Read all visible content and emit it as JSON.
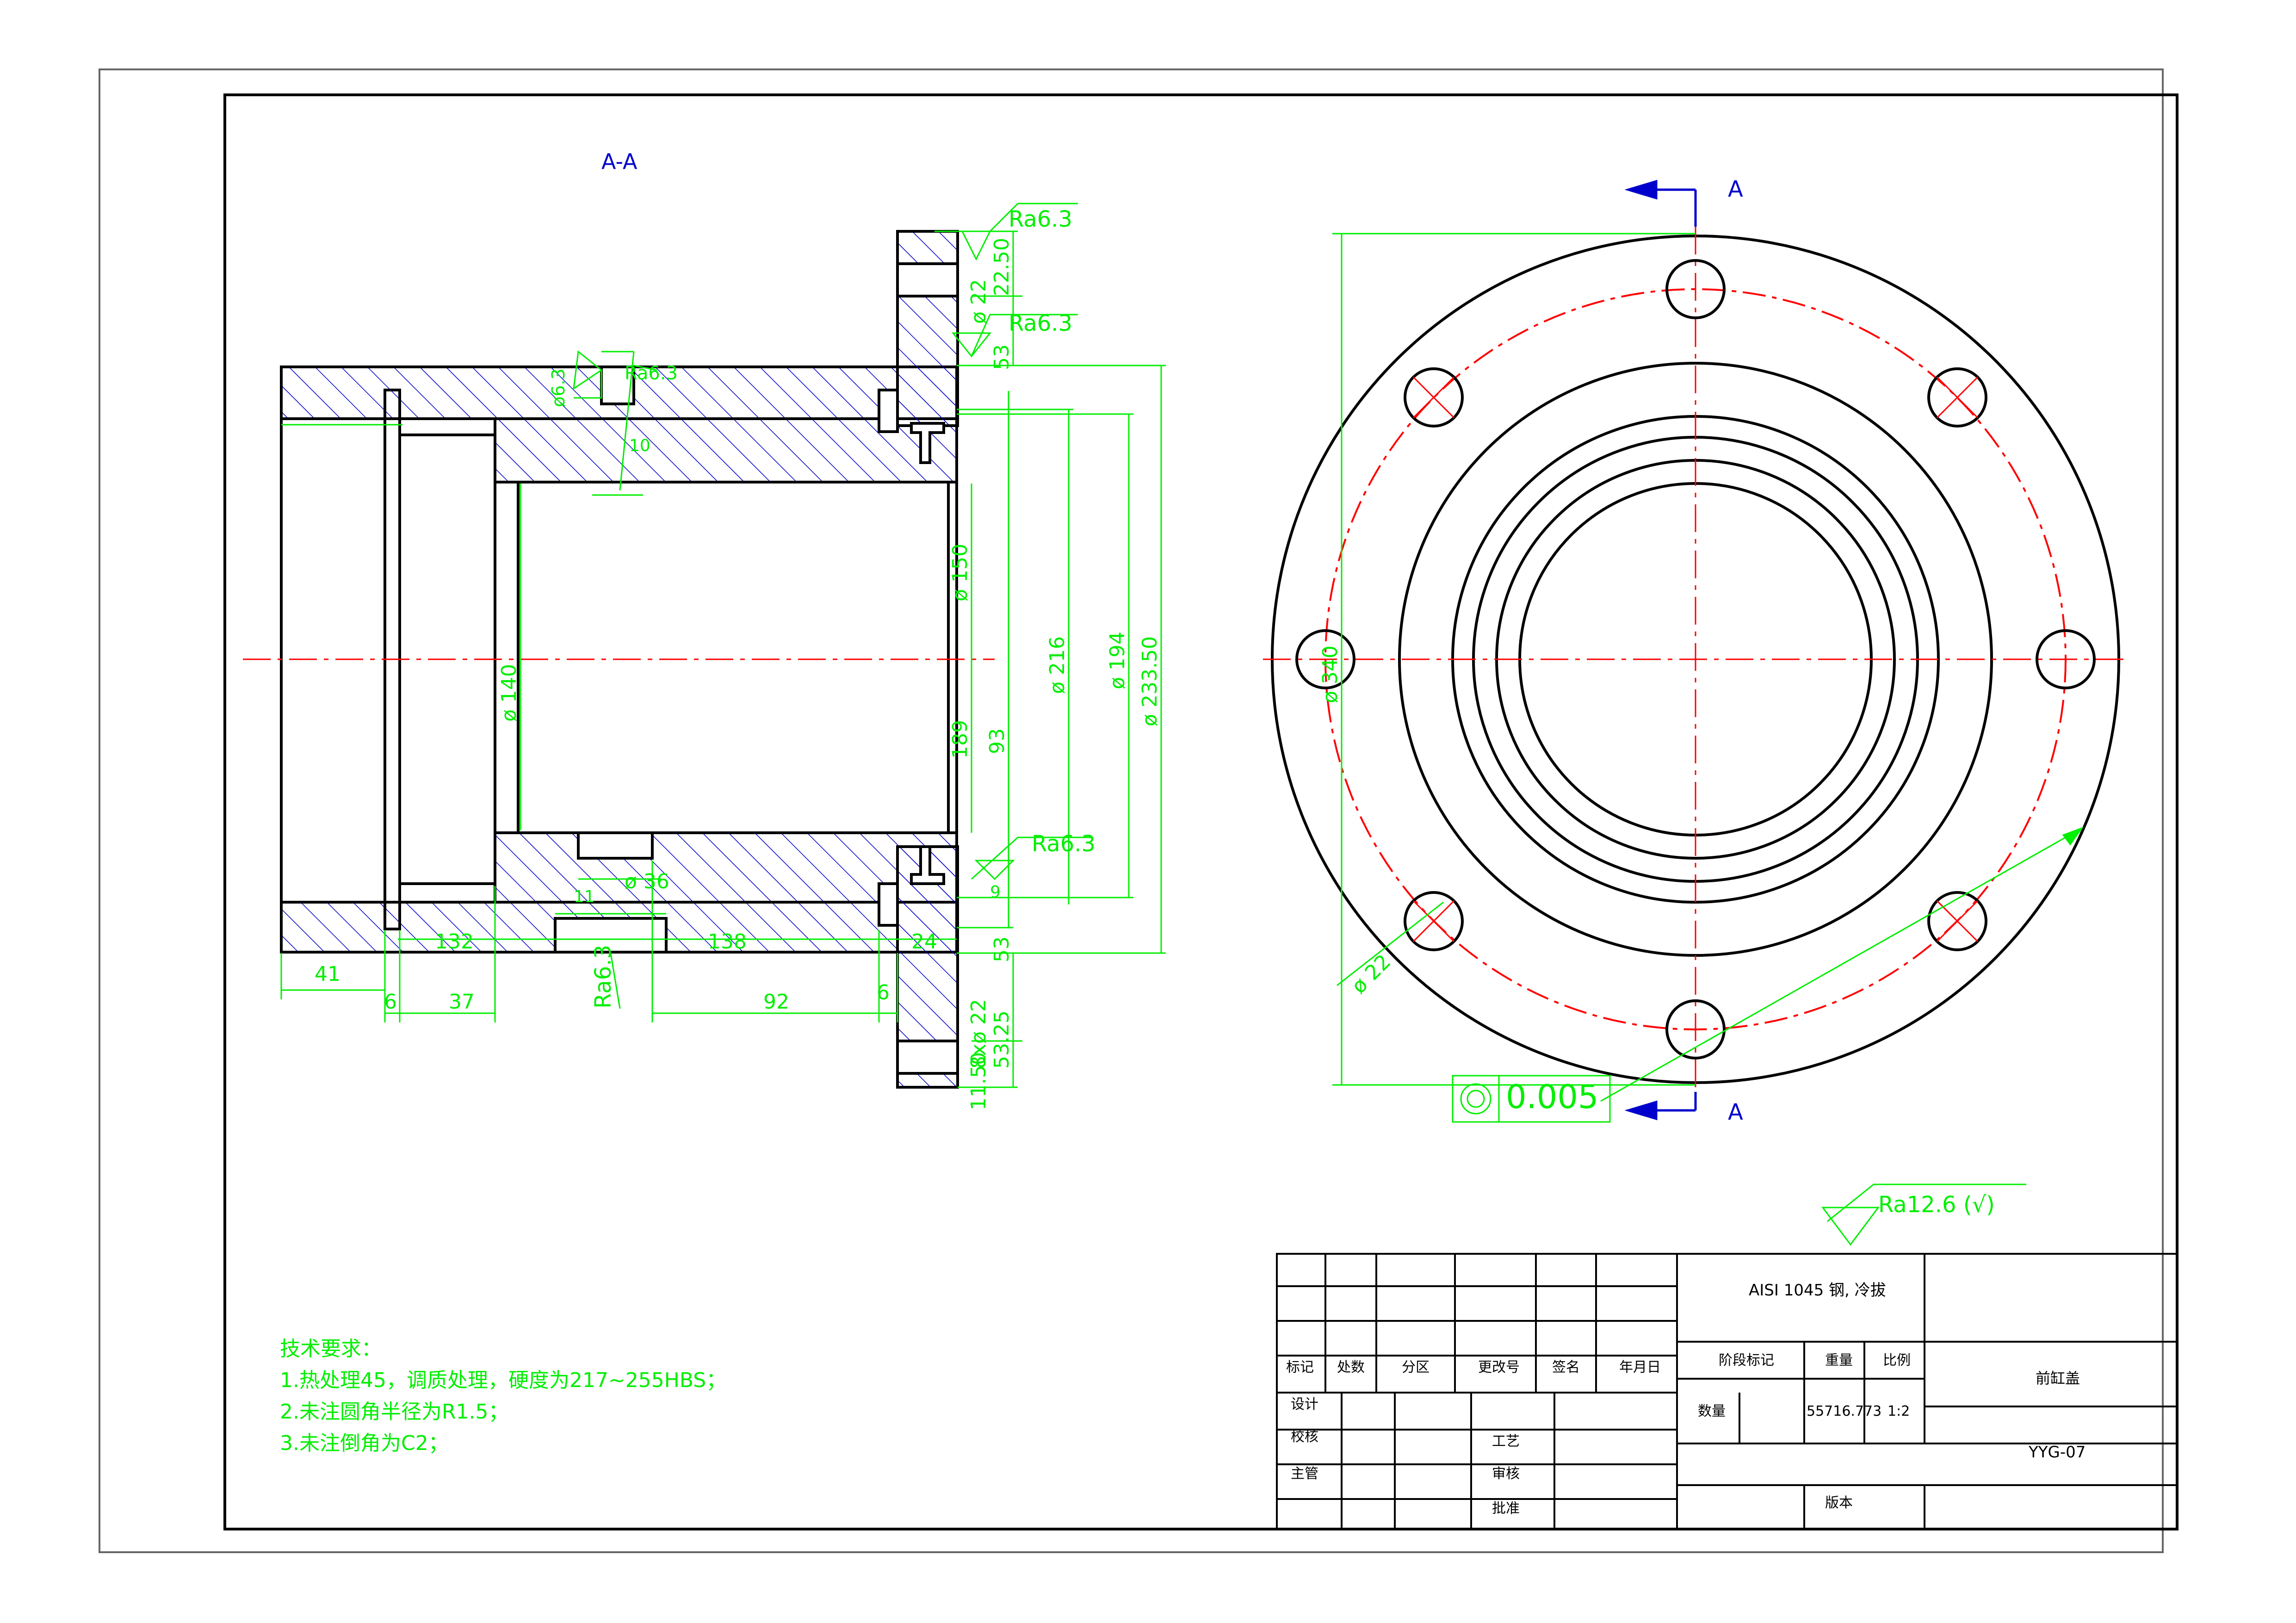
{
  "section_label": "A-A",
  "cut_marks": [
    "A",
    "A"
  ],
  "colors": {
    "outline": "#000000",
    "hatch": "#0000cc",
    "dimension": "#00ee00",
    "centerline": "#ff0000",
    "annotation": "#0000cc"
  },
  "dimensions": {
    "d_140": "ø 140",
    "d_150": "ø 150",
    "d_216": "ø 216",
    "d_194": "ø 194",
    "d_233_50": "ø 233.50",
    "d_22_top": "ø 22",
    "d_22_bot": "ø 22",
    "d_6_3": "ø6.3",
    "d_36": "ø 36",
    "d_22_right": "ø 22",
    "d_340": "ø 340",
    "dim_22_50": "22.50",
    "dim_53_top": "53",
    "dim_53_bot": "53",
    "dim_93": "93",
    "dim_189": "189",
    "dim_41": "41",
    "dim_6_left": "6",
    "dim_37": "37",
    "dim_92": "92",
    "dim_6_right": "6",
    "dim_132": "132",
    "dim_138": "138",
    "dim_24": "24",
    "dim_8x22": "8xø 22",
    "dim_53_25": "53.25",
    "dim_11_50": "11.50",
    "dim_10": "10",
    "dim_11": "11",
    "dim_9": "9"
  },
  "roughness": {
    "ra_top_1": "Ra6.3",
    "ra_top_2": "Ra6.3",
    "ra_small": "Ra6.3",
    "ra_mid": "Ra6.3",
    "ra_bottom": "Ra6.3",
    "general": "Ra12.6 (√)"
  },
  "tolerance": "0.005",
  "tech_requirements": {
    "heading": "技术要求：",
    "items": [
      "1.热处理45，调质处理，硬度为217~255HBS；",
      "2.未注圆角半径为R1.5；",
      "3.未注倒角为C2；"
    ]
  },
  "title_block": {
    "material": "AISI 1045 钢, 冷拔",
    "header_cells": [
      "标记",
      "处数",
      "分区",
      "更改号",
      "签名",
      "年月日"
    ],
    "roles": [
      "设计",
      "校核",
      "主管"
    ],
    "mid_roles": [
      "工艺",
      "审核",
      "批准"
    ],
    "stage_label": "阶段标记",
    "weight_label": "重量",
    "scale_label": "比例",
    "qty_label": "数量",
    "weight_value": "55716.773",
    "scale_value": "1:2",
    "part_name": "前缸盖",
    "drawing_no": "YYG-07",
    "version_label": "版本"
  }
}
